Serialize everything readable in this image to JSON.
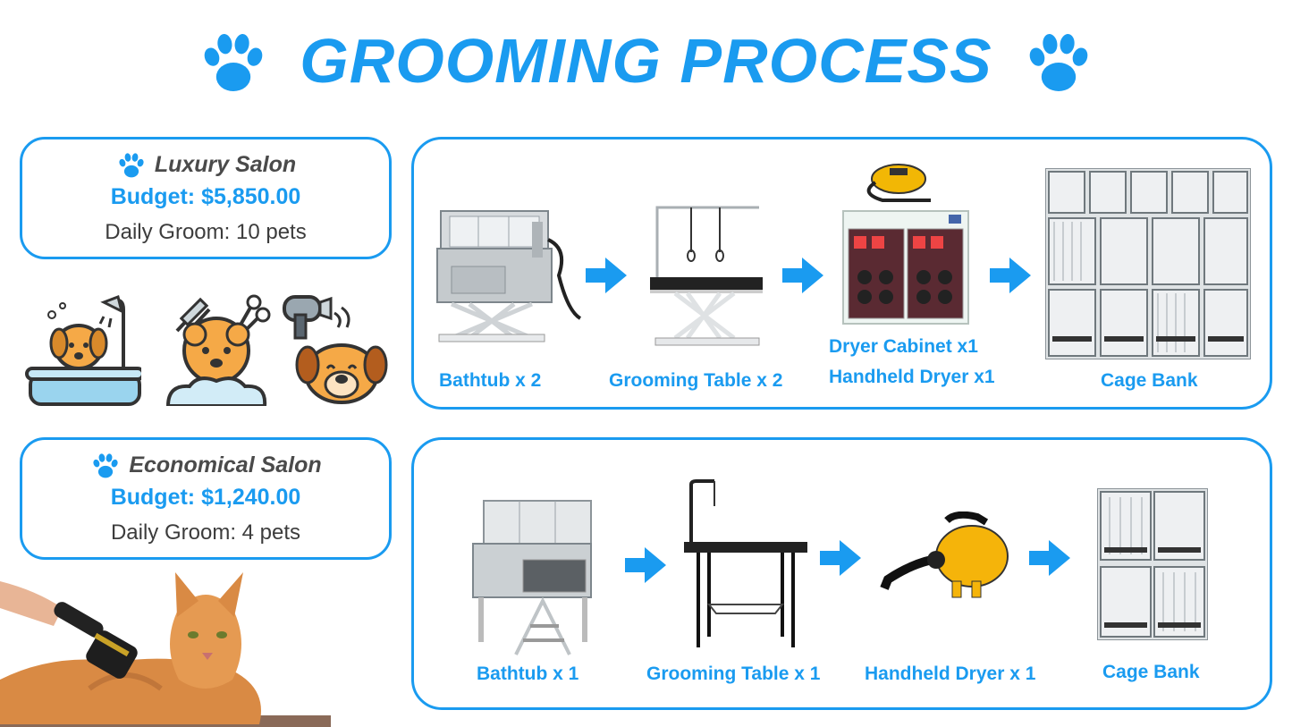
{
  "header": {
    "title": "GROOMING PROCESS",
    "icon": "paw-icon",
    "accent_color": "#1a9bf0"
  },
  "luxury": {
    "name": "Luxury Salon",
    "budget": "Budget: $5,850.00",
    "daily": "Daily Groom: 10 pets",
    "steps": [
      {
        "label": "Bathtub x 2",
        "icon": "bathtub-icon"
      },
      {
        "label": "Grooming Table x 2",
        "icon": "grooming-table-icon"
      },
      {
        "label": "Dryer Cabinet x1",
        "label2": "Handheld Dryer x1",
        "icon": "dryer-cabinet-icon"
      },
      {
        "label": "Cage Bank",
        "icon": "cage-bank-icon"
      }
    ]
  },
  "economical": {
    "name": "Economical Salon",
    "budget": "Budget: $1,240.00",
    "daily": "Daily Groom: 4 pets",
    "steps": [
      {
        "label": "Bathtub x 1",
        "icon": "bathtub-icon"
      },
      {
        "label": "Grooming Table x 1",
        "icon": "grooming-table-icon"
      },
      {
        "label": "Handheld Dryer x 1",
        "icon": "handheld-dryer-icon"
      },
      {
        "label": "Cage Bank",
        "icon": "cage-bank-icon"
      }
    ]
  },
  "illustrations": [
    "dog-bath-icon",
    "dog-haircut-icon",
    "dog-blow-dry-icon",
    "cat-brushing-photo"
  ]
}
